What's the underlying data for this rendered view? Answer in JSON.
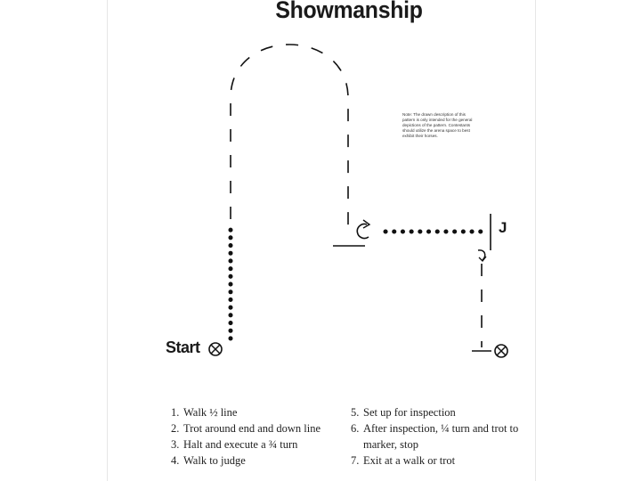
{
  "title": "Showmanship",
  "note": "Note: The drawn description of this pattern is only intended for the general depictions of the pattern. Contestants should utilize the arena space to best exhibit their horses.",
  "labels": {
    "start": "Start",
    "marker": "J"
  },
  "icons": {
    "start_marker": "circle-x-icon",
    "end_marker": "circle-x-icon",
    "turn_three_quarter": "clockwise-turn-arrow-icon",
    "turn_quarter": "quarter-turn-arrow-icon"
  },
  "instructions": {
    "left": [
      {
        "num": "1.",
        "text": "Walk ½ line"
      },
      {
        "num": "2.",
        "text": "Trot around end and down line"
      },
      {
        "num": "3.",
        "text": "Halt and execute a ¾ turn"
      },
      {
        "num": "4.",
        "text": "Walk to judge"
      }
    ],
    "right": [
      {
        "num": "5.",
        "text": "Set up for inspection"
      },
      {
        "num": "6.",
        "text": "After inspection, ¼ turn and trot to"
      },
      {
        "num": "",
        "text": "marker, stop"
      },
      {
        "num": "7.",
        "text": "Exit at a walk or trot"
      }
    ]
  },
  "legend_styles": {
    "walk": "dotted",
    "trot": "dashed"
  }
}
